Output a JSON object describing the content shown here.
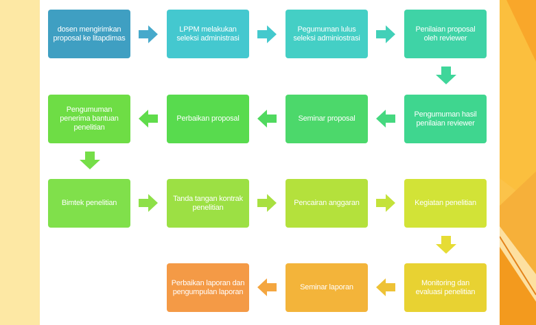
{
  "diagram": {
    "steps": [
      {
        "label": "dosen mengirimkan proposal ke litapdimas",
        "color": "#3f9fc2"
      },
      {
        "label": "LPPM melakukan seleksi administrasi",
        "color": "#44c8cf"
      },
      {
        "label": "Pegumuman lulus seleksi adminiostrasi",
        "color": "#44cfc5"
      },
      {
        "label": "Penilaian proposal oleh reviewer",
        "color": "#3fd3a6"
      },
      {
        "label": "Pengumuman hasil penilaian reviewer",
        "color": "#3fd68f"
      },
      {
        "label": "Seminar proposal",
        "color": "#4cd86b"
      },
      {
        "label": "Perbaikan proposal",
        "color": "#58db4e"
      },
      {
        "label": "Pengumuman penerima bantuan penelitian",
        "color": "#6edd45"
      },
      {
        "label": "Bimtek penelitian",
        "color": "#80e04b"
      },
      {
        "label": "Tanda tangan kontrak penelitian",
        "color": "#9ce044"
      },
      {
        "label": "Pencairan anggaran",
        "color": "#b4e13c"
      },
      {
        "label": "Kegiatan penelitian",
        "color": "#d2e337"
      },
      {
        "label": "Monitoring dan evaluasi penelitian",
        "color": "#e8d232"
      },
      {
        "label": "Seminar laporan",
        "color": "#f3b43a"
      },
      {
        "label": "Perbaikan laporan dan pengumpulan laporan",
        "color": "#f49a46"
      }
    ],
    "arrows": [
      {
        "dir": "right",
        "color": "#46a9cb"
      },
      {
        "dir": "right",
        "color": "#44c9cd"
      },
      {
        "dir": "right",
        "color": "#42d0b8"
      },
      {
        "dir": "down",
        "color": "#3fd69a"
      },
      {
        "dir": "left",
        "color": "#45d87f"
      },
      {
        "dir": "left",
        "color": "#50d95f"
      },
      {
        "dir": "left",
        "color": "#60dc4b"
      },
      {
        "dir": "down",
        "color": "#75de48"
      },
      {
        "dir": "right",
        "color": "#8ee048"
      },
      {
        "dir": "right",
        "color": "#a8e040"
      },
      {
        "dir": "right",
        "color": "#c4e23a"
      },
      {
        "dir": "down",
        "color": "#e6dc35"
      },
      {
        "dir": "left",
        "color": "#eec236"
      },
      {
        "dir": "left",
        "color": "#f4a640"
      }
    ]
  },
  "decoration": {
    "background": "#fce9a5",
    "panel": "#ffffff",
    "accent_orange": "#f39a1e",
    "accent_yellow": "#fbc34a"
  }
}
